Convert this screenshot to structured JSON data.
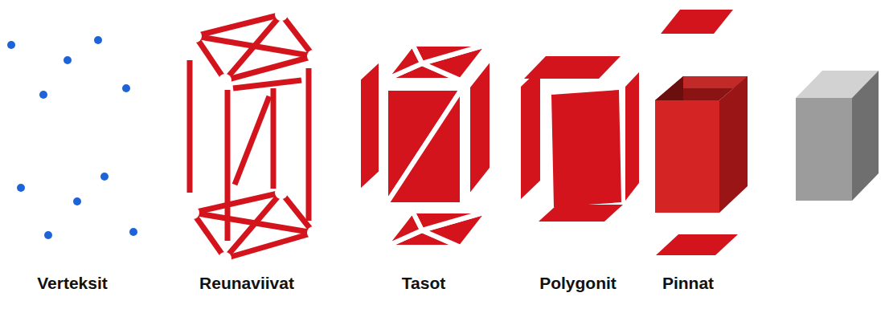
{
  "diagram": {
    "labels": [
      "Verteksit",
      "Reunaviivat",
      "Tasot",
      "Polygonit",
      "Pinnat"
    ]
  }
}
